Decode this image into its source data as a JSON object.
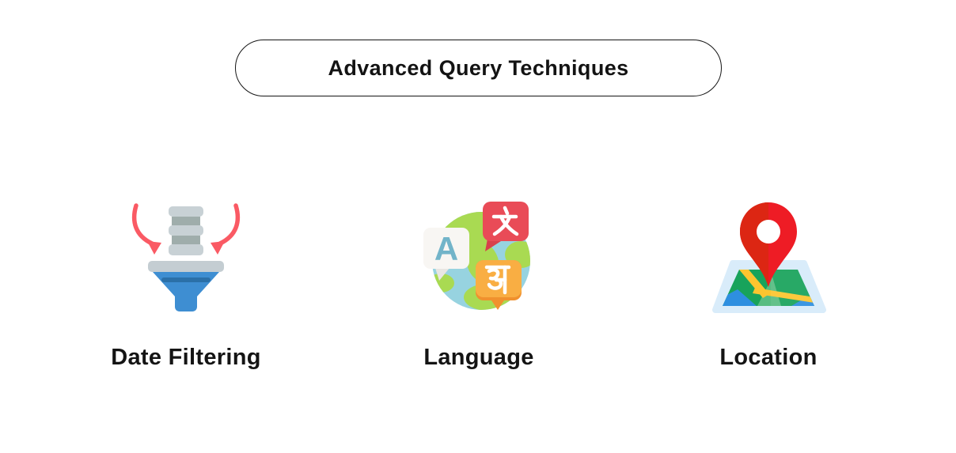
{
  "header": {
    "title": "Advanced Query Techniques"
  },
  "features": [
    {
      "label": "Date Filtering",
      "icon": "filter-funnel-with-down-arrows"
    },
    {
      "label": "Language",
      "icon": "globe-with-translation-bubbles",
      "glyphs": {
        "latin": "A",
        "chinese": "文",
        "devanagari": "अ"
      }
    },
    {
      "label": "Location",
      "icon": "map-pin-over-folded-map"
    }
  ],
  "colors": {
    "background": "#ffffff",
    "text": "#141414",
    "pill_outline": "#151515",
    "arrow_red": "#fa5a64",
    "stack_gray_light": "#c8d1d5",
    "stack_gray_dark": "#9fadab",
    "funnel_cap_gray": "#c4cdd2",
    "funnel_blue": "#3e8ed2",
    "funnel_blue_dark": "#2b70a8",
    "globe_ocean": "#97d3e0",
    "globe_land": "#a9da52",
    "bubble_white": "#f8f6f3",
    "bubble_white_shadow": "#e9e6e2",
    "bubble_letter_blue": "#72b4c9",
    "bubble_red": "#e94b57",
    "bubble_red_dark": "#d8404b",
    "bubble_orange": "#f9ae43",
    "bubble_orange_dark": "#f0912e",
    "pin_red_left": "#dc2613",
    "pin_red_right": "#ee1c25",
    "map_frame_blue": "#d9ecfa",
    "map_green": "#18a35b",
    "map_green_light": "#58bd82",
    "map_road_yellow": "#fcc52f",
    "map_water_blue": "#2e8fe0"
  }
}
